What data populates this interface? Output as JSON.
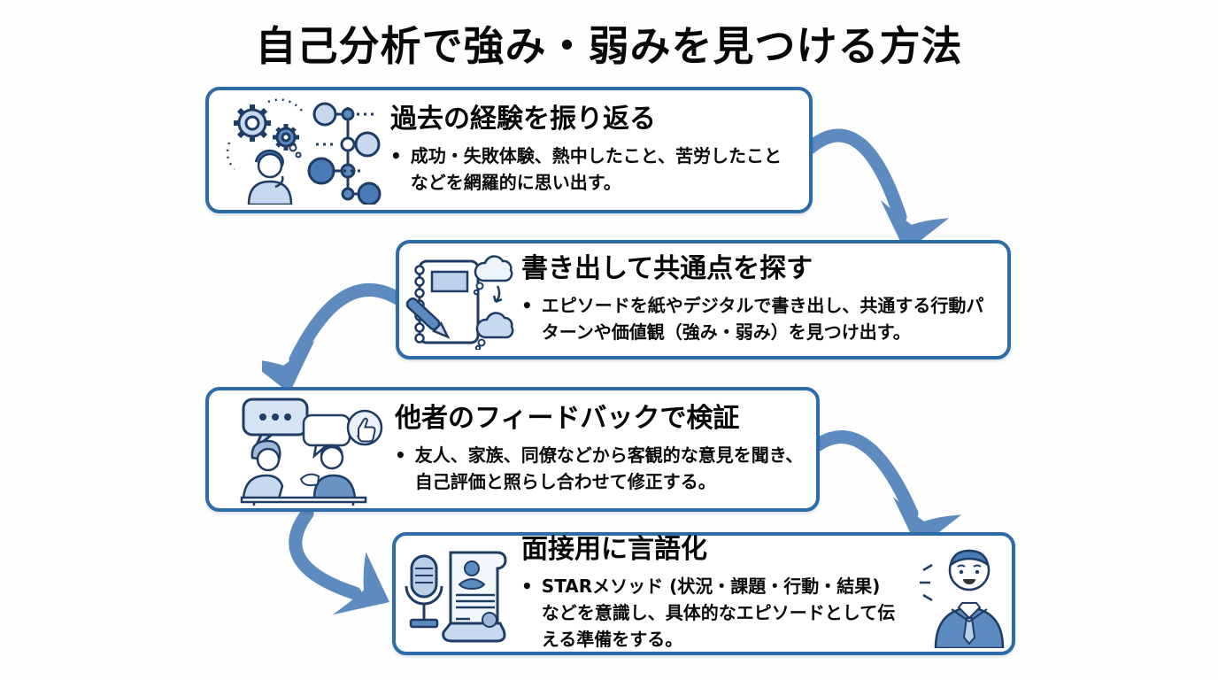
{
  "title": "自己分析で強み・弱みを見つける方法",
  "colors": {
    "box_border": "#2e6ca7",
    "arrow": "#5d8abf",
    "icon_outline": "#1e3c64",
    "icon_fill_light": "#c6d9ee",
    "icon_fill_mid": "#5b8bc0",
    "text": "#0a0a0a",
    "background": "#ffffff"
  },
  "steps": [
    {
      "heading": "過去の経験を振り返る",
      "bullet": "成功・失敗体験、熱中したこと、苦労したことなどを網羅的に思い出す。",
      "icon": "thinking-person-gears-timeline-icon"
    },
    {
      "heading": "書き出して共通点を探す",
      "bullet": "エピソードを紙やデジタルで書き出し、共通する行動パターンや価値観（強み・弱み）を見つけ出す。",
      "icon": "notebook-pen-thought-clouds-icon"
    },
    {
      "heading": "他者のフィードバックで検証",
      "bullet": "友人、家族、同僚などから客観的な意見を聞き、自己評価と照らし合わせて修正する。",
      "icon": "conversation-thumbs-up-icon"
    },
    {
      "heading": "面接用に言語化",
      "bullet": "STARメソッド (状況・課題・行動・結果) などを意識し、具体的なエピソードとして伝える準備をする。",
      "icon": "microphone-resume-icon",
      "icon_right": "businessman-speaking-icon"
    }
  ],
  "bullet_marker": "•"
}
